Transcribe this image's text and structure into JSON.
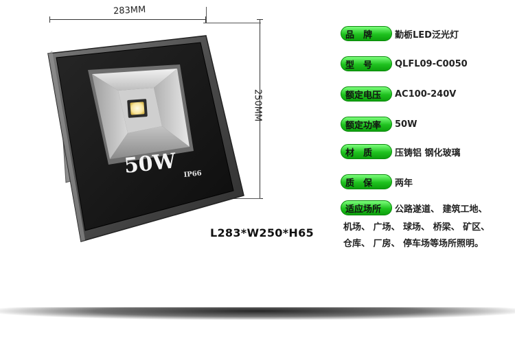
{
  "dimensions": {
    "width_label": "283MM",
    "height_label": "250MM",
    "size_text": "L283*W250*H65"
  },
  "lamp": {
    "wattage": "50W",
    "rating": "IP66"
  },
  "specs": [
    {
      "label": "品　牌",
      "value": "勤栃LED泛光灯"
    },
    {
      "label": "型　号",
      "value": "QLFL09-C0050"
    },
    {
      "label": "额定电压",
      "value": "AC100-240V"
    },
    {
      "label": "额定功率",
      "value": "50W"
    },
    {
      "label": "材　质",
      "value": "压铸铝 钢化玻璃"
    },
    {
      "label": "质　保",
      "value": "两年"
    },
    {
      "label": "适应场所",
      "value": "公路遂道、 建筑工地、"
    }
  ],
  "application_lines": [
    "机场、 广场、 球场、 桥梁、 矿区、",
    "仓库、 厂房、 停车场等场所照明。"
  ],
  "colors": {
    "badge_green": "#22c422",
    "lamp_body": "#1a1a1a",
    "lamp_frame": "#5a5a5a"
  }
}
